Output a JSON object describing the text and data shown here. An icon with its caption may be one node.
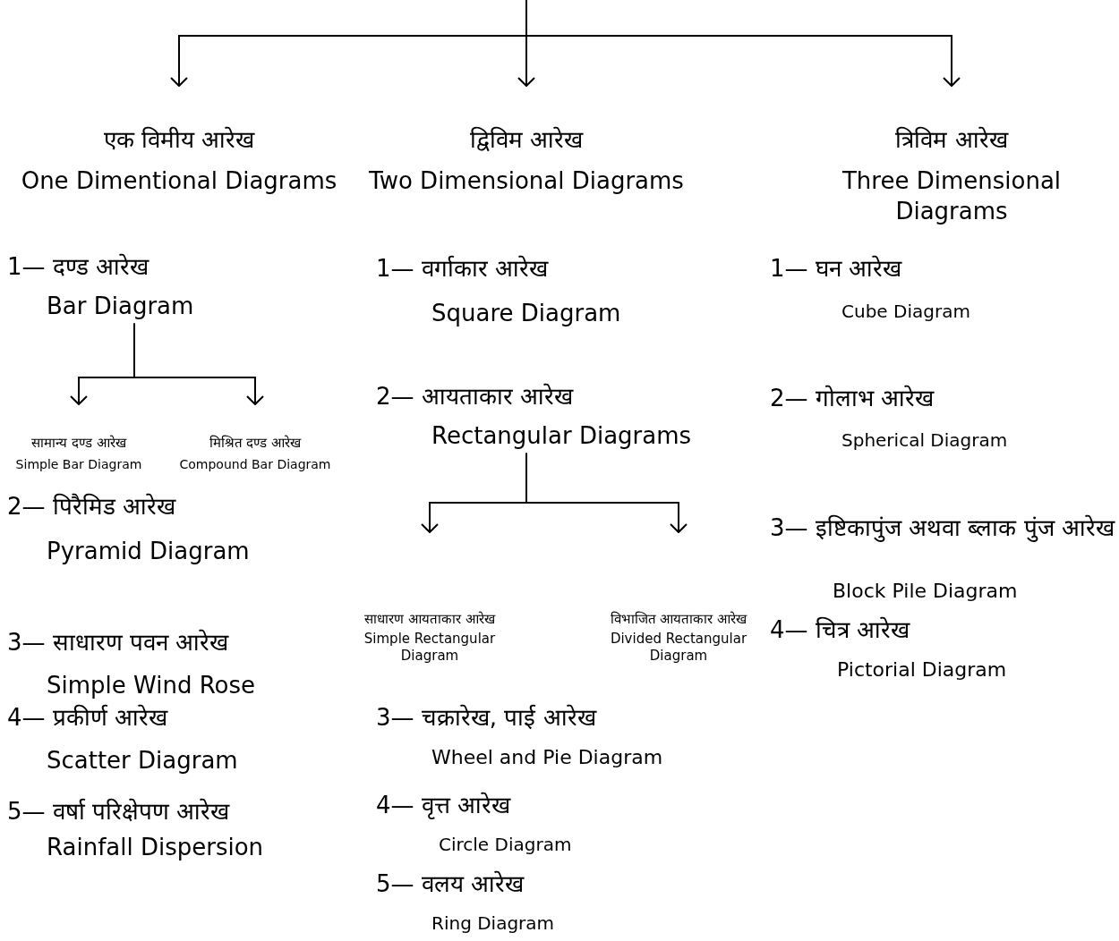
{
  "diagram": {
    "nodes": [
      {
        "text": [
          "एक विमीय आरेख",
          "One Dimentional Diagrams"
        ]
      },
      {
        "text": [
          "द्विविम आरेख",
          "Two Dimensional Diagrams"
        ]
      },
      {
        "text": [
          "त्रिविम आरेख",
          "Three Dimensional Diagrams"
        ]
      },
      {
        "text": [
          "1— दण्ड आरेख",
          "Bar Diagram"
        ]
      },
      {
        "text": [
          "सामान्य दण्ड आरेख",
          "Simple Bar Diagram"
        ]
      },
      {
        "text": [
          "मिश्रित दण्ड आरेख",
          "Compound Bar Diagram"
        ]
      },
      {
        "text": [
          "2— आयताकार आरेख",
          "Rectangular Diagrams"
        ]
      },
      {
        "text": [
          "साधारण आयताकार आरेख",
          "Simple Rectangular Diagram"
        ]
      },
      {
        "text": [
          "विभाजित आयताकार आरेख",
          "Divided Rectangular Diagram"
        ]
      }
    ],
    "edges": [
      {
        "from": null,
        "to": 0,
        "arrow": "to"
      },
      {
        "from": null,
        "to": 1,
        "arrow": "to"
      },
      {
        "from": null,
        "to": 2,
        "arrow": "to"
      },
      {
        "from": 3,
        "to": 4,
        "arrow": "to"
      },
      {
        "from": 3,
        "to": 5,
        "arrow": "to"
      },
      {
        "from": 6,
        "to": 7,
        "arrow": "to"
      },
      {
        "from": 6,
        "to": 8,
        "arrow": "to"
      }
    ],
    "labels": [
      "2— पिरैमिड आरेख",
      "Pyramid Diagram",
      "3— साधारण पवन आरेख",
      "Simple Wind Rose",
      "4— प्रकीर्ण आरेख",
      "Scatter Diagram",
      "5— वर्षा परिक्षेपण आरेख",
      "Rainfall Dispersion",
      "1— वर्गाकार आरेख",
      "Square Diagram",
      "3— चक्रारेख, पाई आरेख",
      "Wheel and Pie Diagram",
      "4— वृत्त आरेख",
      "Circle Diagram",
      "5— वलय आरेख",
      "Ring Diagram",
      "1— घन आरेख",
      "Cube Diagram",
      "2— गोलाभ आरेख",
      "Spherical Diagram",
      "3— इष्टिकापुंज अथवा ब्लाक पुंज आरेख",
      "Block Pile Diagram",
      "4— चित्र आरेख",
      "Pictorial Diagram"
    ]
  }
}
